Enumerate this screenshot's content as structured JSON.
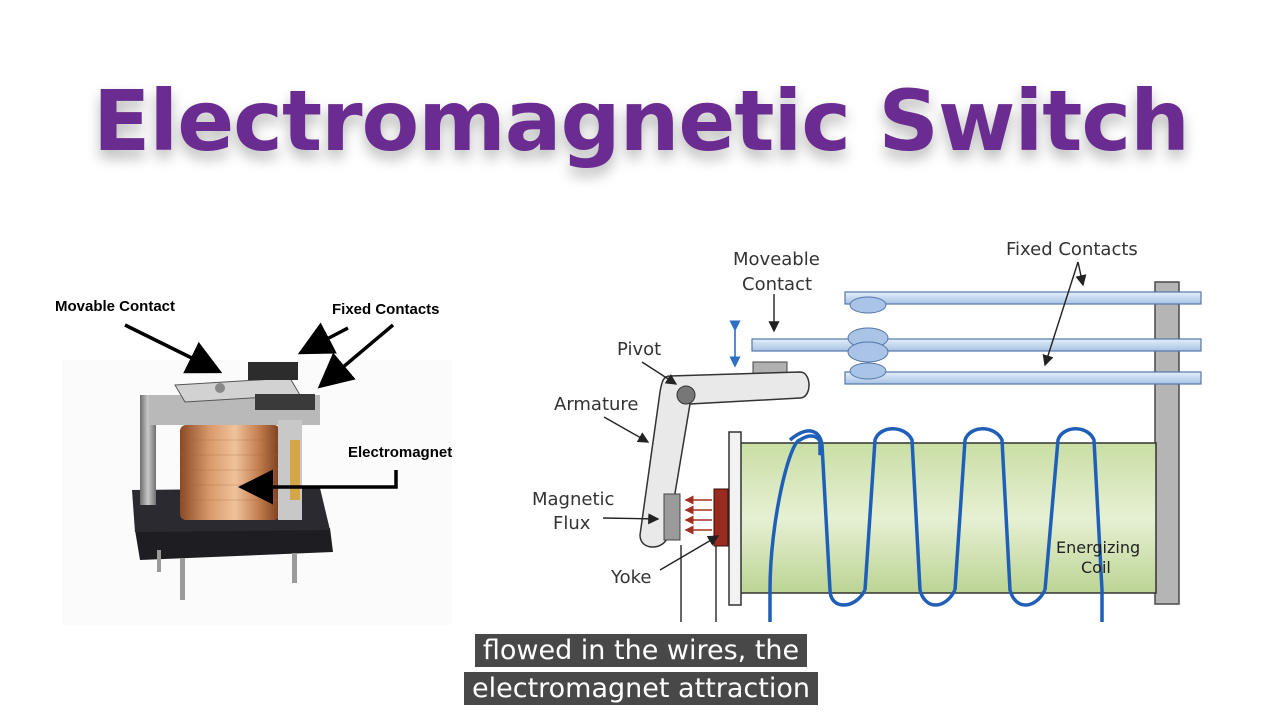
{
  "title": "Electromagnetic Switch",
  "photo_labels": {
    "movable_contact": "Movable Contact",
    "fixed_contacts": "Fixed Contacts",
    "electromagnet": "Electromagnet"
  },
  "diagram_labels": {
    "fixed_contacts": "Fixed Contacts",
    "moveable_line1": "Moveable",
    "moveable_line2": "Contact",
    "pivot": "Pivot",
    "armature": "Armature",
    "magnetic_line1": "Magnetic",
    "magnetic_line2": "Flux",
    "yoke": "Yoke",
    "coil_line1": "Energizing",
    "coil_line2": "Coil"
  },
  "caption": {
    "line1": "flowed in the wires, the",
    "line2": "electromagnet attraction"
  },
  "colors": {
    "title": "#6a2c91",
    "coil_fill": "#d4e6b5",
    "coil_wire": "#1f5fb8",
    "contact_bar": "#b8d0ea",
    "yoke": "#9a2b20"
  }
}
